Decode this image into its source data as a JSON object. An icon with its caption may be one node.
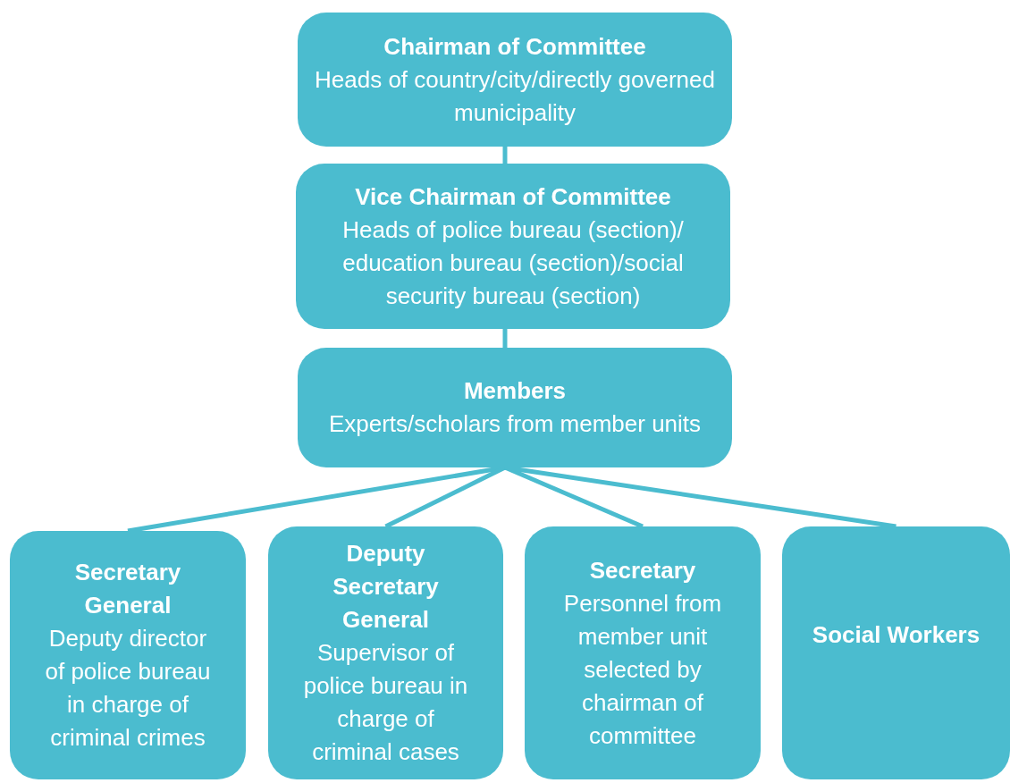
{
  "diagram": {
    "nodes": [
      {
        "text": [
          "Chairman of Committee",
          "Heads of country/city/directly governed municipality"
        ]
      },
      {
        "text": [
          "Vice Chairman of Committee",
          "Heads of police bureau (section)/ education bureau (section)/social security bureau (section)"
        ]
      },
      {
        "text": [
          "Members",
          "Experts/scholars from member units"
        ]
      },
      {
        "text": [
          "Secretary General",
          "Deputy director of police bureau in charge of criminal crimes"
        ]
      },
      {
        "text": [
          "Deputy Secretary General",
          "Supervisor of police bureau in charge of criminal cases"
        ]
      },
      {
        "text": [
          "Secretary",
          "Personnel from member unit selected by chairman of committee"
        ]
      },
      {
        "text": [
          "Social Workers"
        ]
      }
    ],
    "edges": [
      {
        "from": 0,
        "to": 1,
        "arrow": "none"
      },
      {
        "from": 1,
        "to": 2,
        "arrow": "none"
      },
      {
        "from": 2,
        "to": 3,
        "arrow": "none"
      },
      {
        "from": 2,
        "to": 4,
        "arrow": "none"
      },
      {
        "from": 2,
        "to": 5,
        "arrow": "none"
      },
      {
        "from": 2,
        "to": 6,
        "arrow": "none"
      }
    ]
  }
}
